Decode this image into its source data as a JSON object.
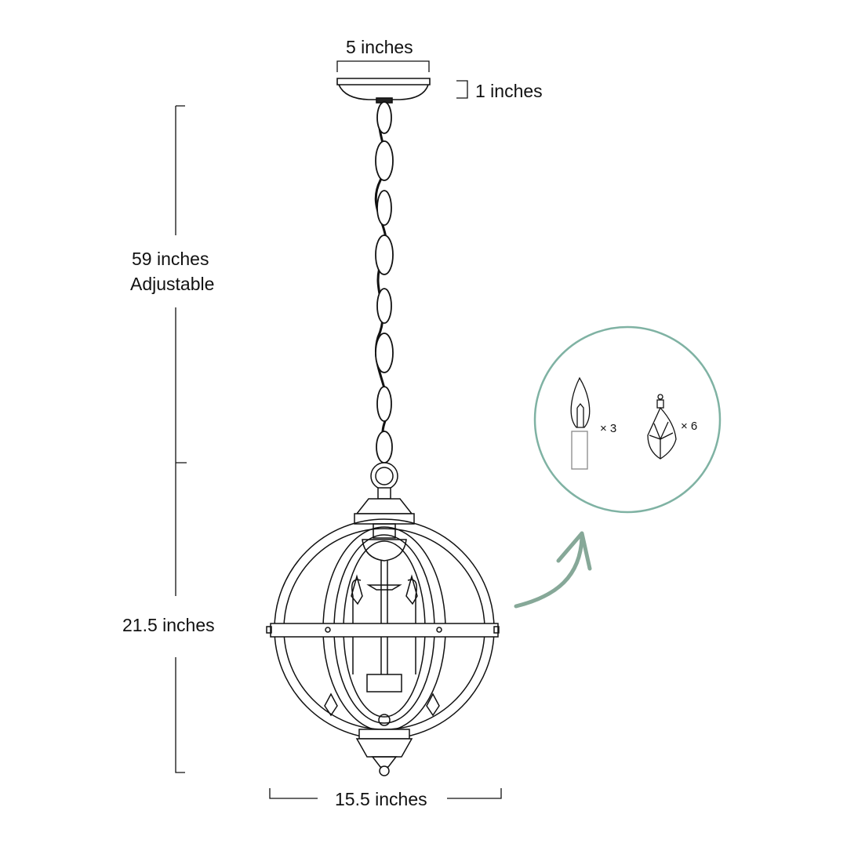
{
  "dimensions": {
    "canopy_width": "5 inches",
    "canopy_height": "1 inches",
    "chain_length": "59 inches",
    "chain_note": "Adjustable",
    "body_height": "21.5 inches",
    "body_width": "15.5 inches"
  },
  "accessories": {
    "bulb_count": "× 3",
    "crystal_count": "× 6"
  },
  "colors": {
    "line": "#111111",
    "accent_circle": "#7fb2a3",
    "arrow": "#86a898"
  }
}
